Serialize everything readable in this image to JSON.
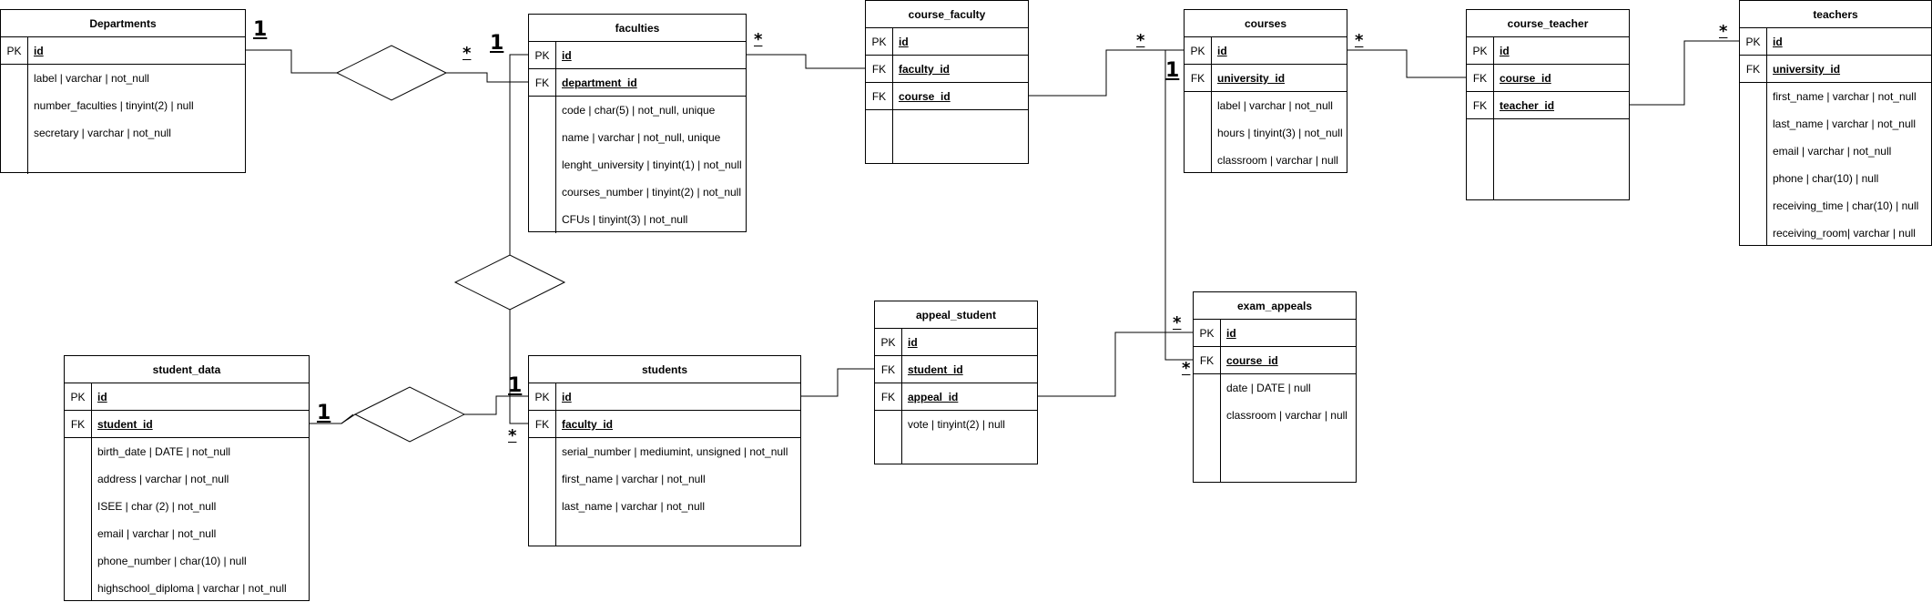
{
  "entities": {
    "departments": {
      "title": "Departments",
      "keys": [
        {
          "key": "PK",
          "name": "id"
        }
      ],
      "attrs": [
        "label | varchar | not_null",
        "number_faculties | tinyint(2) | null",
        "secretary | varchar | not_null"
      ]
    },
    "faculties": {
      "title": "faculties",
      "keys": [
        {
          "key": "PK",
          "name": "id"
        },
        {
          "key": "FK",
          "name": "department_id"
        }
      ],
      "attrs": [
        "code | char(5) | not_null, unique",
        "name | varchar | not_null, unique",
        "lenght_university | tinyint(1) | not_null",
        "courses_number | tinyint(2) | not_null",
        "CFUs | tinyint(3) | not_null"
      ]
    },
    "course_faculty": {
      "title": "course_faculty",
      "keys": [
        {
          "key": "PK",
          "name": "id"
        },
        {
          "key": "FK",
          "name": "faculty_id"
        },
        {
          "key": "FK",
          "name": "course_id"
        }
      ],
      "attrs": []
    },
    "courses": {
      "title": "courses",
      "keys": [
        {
          "key": "PK",
          "name": "id"
        },
        {
          "key": "FK",
          "name": "university_id"
        }
      ],
      "attrs": [
        "label | varchar | not_null",
        "hours | tinyint(3) | not_null",
        "classroom | varchar | null"
      ]
    },
    "course_teacher": {
      "title": "course_teacher",
      "keys": [
        {
          "key": "PK",
          "name": "id"
        },
        {
          "key": "FK",
          "name": "course_id"
        },
        {
          "key": "FK",
          "name": "teacher_id"
        }
      ],
      "attrs": []
    },
    "teachers": {
      "title": "teachers",
      "keys": [
        {
          "key": "PK",
          "name": "id"
        },
        {
          "key": "FK",
          "name": "university_id"
        }
      ],
      "attrs": [
        "first_name | varchar | not_null",
        "last_name | varchar | not_null",
        "email | varchar | not_null",
        "phone | char(10) | null",
        "receiving_time | char(10) | null",
        "receiving_room| varchar | null"
      ]
    },
    "student_data": {
      "title": "student_data",
      "keys": [
        {
          "key": "PK",
          "name": "id"
        },
        {
          "key": "FK",
          "name": "student_id"
        }
      ],
      "attrs": [
        "birth_date | DATE | not_null",
        "address | varchar | not_null",
        "ISEE | char (2) | not_null",
        "email | varchar | not_null",
        "phone_number | char(10) | null",
        "highschool_diploma |  varchar | not_null"
      ]
    },
    "students": {
      "title": "students",
      "keys": [
        {
          "key": "PK",
          "name": "id"
        },
        {
          "key": "FK",
          "name": "faculty_id"
        }
      ],
      "attrs": [
        "serial_number | mediumint, unsigned | not_null",
        "first_name |  varchar | not_null",
        "last_name | varchar | not_null"
      ]
    },
    "appeal_student": {
      "title": "appeal_student",
      "keys": [
        {
          "key": "PK",
          "name": "id"
        },
        {
          "key": "FK",
          "name": "student_id"
        },
        {
          "key": "FK",
          "name": "appeal_id"
        }
      ],
      "attrs": [
        "vote | tinyint(2) | null"
      ]
    },
    "exam_appeals": {
      "title": "exam_appeals",
      "keys": [
        {
          "key": "PK",
          "name": "id"
        },
        {
          "key": "FK",
          "name": "course_id"
        }
      ],
      "attrs": [
        "date | DATE | null",
        "classroom | varchar | null"
      ]
    }
  },
  "cardinality": {
    "one": "1",
    "many": "*"
  }
}
